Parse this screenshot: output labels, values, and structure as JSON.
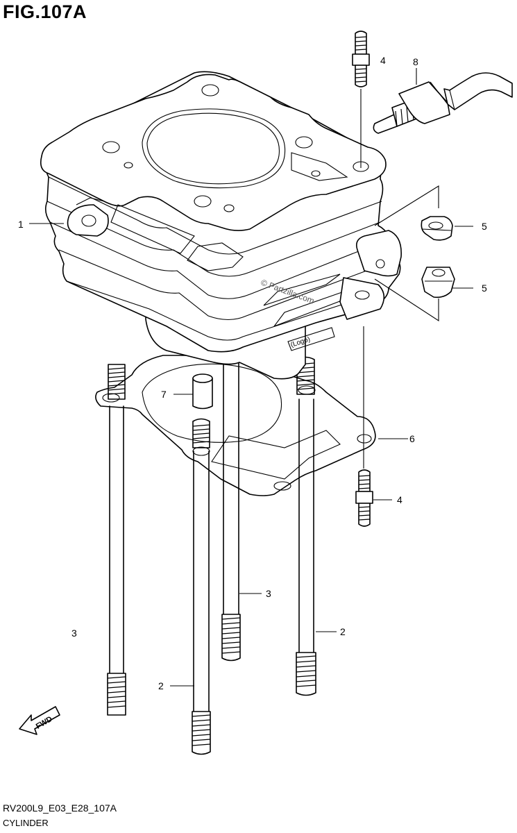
{
  "figure": {
    "title": "FIG.107A",
    "code": "RV200L9_E03_E28_107A",
    "name": "CYLINDER"
  },
  "callouts": {
    "c1": "1",
    "c2a": "2",
    "c2b": "2",
    "c3a": "3",
    "c3b": "3",
    "c4a": "4",
    "c4b": "4",
    "c5a": "5",
    "c5b": "5",
    "c6": "6",
    "c7": "7",
    "c8": "8"
  },
  "fwd_label": "FWD",
  "cylinder_marking": "(Logo)",
  "watermark": "© Partzilla.com"
}
